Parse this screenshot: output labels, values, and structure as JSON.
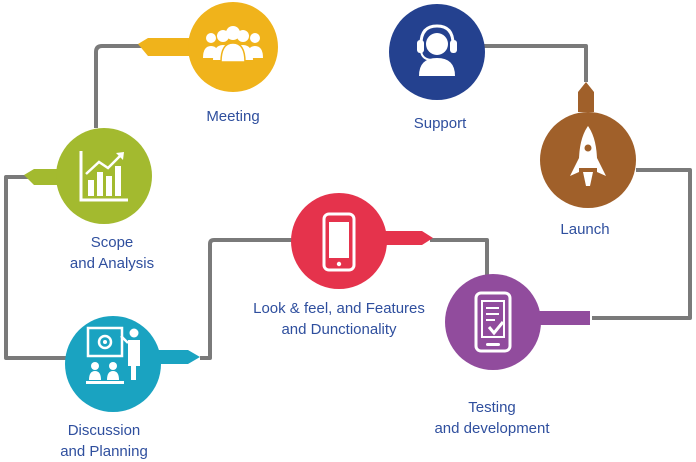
{
  "steps": {
    "meeting": {
      "label": "Meeting",
      "icon": "meeting-people-icon",
      "color": "#f0b31b"
    },
    "scope": {
      "line1": "Scope",
      "line2": "and Analysis",
      "icon": "bar-chart-icon",
      "color": "#a3ba2f"
    },
    "discussion": {
      "line1": "Discussion",
      "line2": "and Planning",
      "icon": "presentation-icon",
      "color": "#1aa3c1"
    },
    "look": {
      "line1": "Look & feel, and Features",
      "line2": "and Dunctionality",
      "icon": "smartphone-icon",
      "color": "#e5334c"
    },
    "testing": {
      "line1": "Testing",
      "line2": "and development",
      "icon": "phone-checklist-icon",
      "color": "#914c9d"
    },
    "launch": {
      "label": "Launch",
      "icon": "rocket-icon",
      "color": "#a0602a"
    },
    "support": {
      "label": "Support",
      "icon": "headset-support-icon",
      "color": "#24418f"
    }
  },
  "connector_color": "#7a7a7a"
}
